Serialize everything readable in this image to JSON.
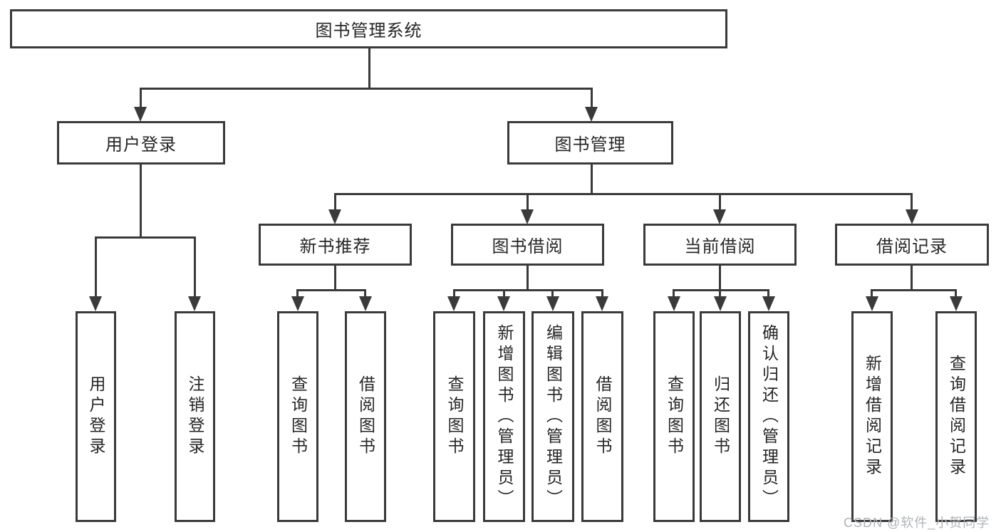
{
  "tree": {
    "root": "图书管理系统",
    "login": {
      "label": "用户登录",
      "children": [
        "用户登录",
        "注销登录"
      ]
    },
    "management": {
      "label": "图书管理",
      "sections": [
        {
          "label": "新书推荐",
          "children": [
            "查询图书",
            "借阅图书"
          ]
        },
        {
          "label": "图书借阅",
          "children": [
            "查询图书",
            "新增图书（管理员）",
            "编辑图书（管理员）",
            "借阅图书"
          ]
        },
        {
          "label": "当前借阅",
          "children": [
            "查询图书",
            "归还图书",
            "确认归还（管理员）"
          ]
        },
        {
          "label": "借阅记录",
          "children": [
            "新增借阅记录",
            "查询借阅记录"
          ]
        }
      ]
    }
  },
  "watermark": "CSDN @软件_小贺同学",
  "colors": {
    "line": "#3a3a3a",
    "text": "#262626",
    "watermark": "#b0b4b8",
    "background": "#ffffff"
  }
}
